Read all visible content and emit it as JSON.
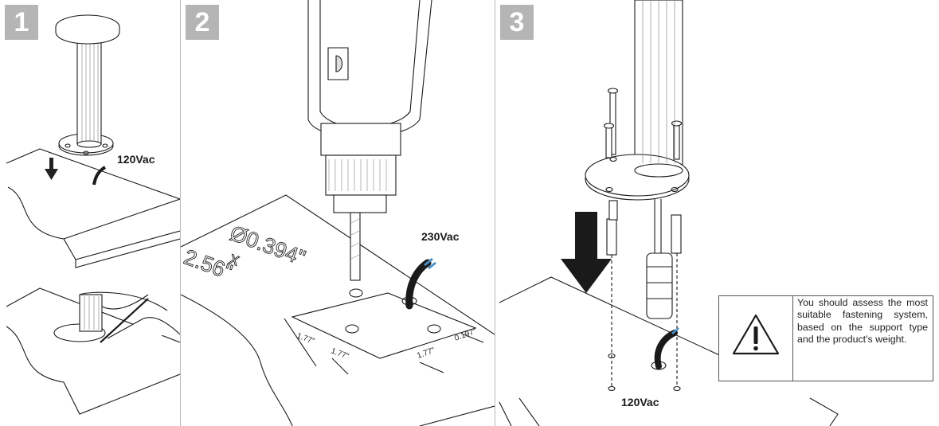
{
  "steps": [
    {
      "number": "1",
      "voltage": "120Vac"
    },
    {
      "number": "2",
      "voltage": "230Vac",
      "drill_diameter": "Ø0.394\"",
      "times": "x",
      "drill_depth": "2.56\"",
      "dims": {
        "a": "1.77\"",
        "b": "1.77\"",
        "c": "1.77\"",
        "d": "0.197\""
      }
    },
    {
      "number": "3",
      "voltage": "120Vac",
      "warning": "You should assess the most suitable fastening system, based on the support type and the product's weight.",
      "warning_icon": "warning-triangle-icon"
    }
  ],
  "colors": {
    "badge_bg": "#b5b5b5",
    "badge_fg": "#ffffff",
    "line": "#1a1a1a",
    "wire_blue": "#4a90c8"
  }
}
